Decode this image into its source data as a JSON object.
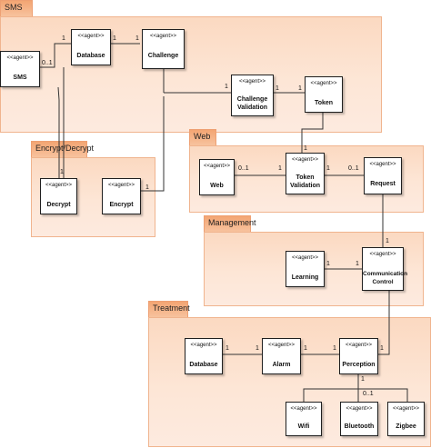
{
  "packages": {
    "sms": {
      "label": "SMS"
    },
    "encrypt": {
      "label": "Encrypt/Decrypt"
    },
    "web": {
      "label": "Web"
    },
    "management": {
      "label": "Management"
    },
    "treatment": {
      "label": "Treatment"
    }
  },
  "agents": {
    "sms": {
      "stereotype": "<<agent>>",
      "name": "SMS"
    },
    "database_sms": {
      "stereotype": "<<agent>>",
      "name": "Database"
    },
    "challenge": {
      "stereotype": "<<agent>>",
      "name": "Challenge"
    },
    "challenge_validation": {
      "stereotype": "<<agent>>",
      "name1": "Challenge",
      "name2": "Validation"
    },
    "token": {
      "stereotype": "<<agent>>",
      "name": "Token"
    },
    "decrypt": {
      "stereotype": "<<agent>>",
      "name": "Decrypt"
    },
    "encrypt": {
      "stereotype": "<<agent>>",
      "name": "Encrypt"
    },
    "web": {
      "stereotype": "<<agent>>",
      "name": "Web"
    },
    "token_validation": {
      "stereotype": "<<agent>>",
      "name1": "Token",
      "name2": "Validation"
    },
    "request": {
      "stereotype": "<<agent>>",
      "name": "Request"
    },
    "learning": {
      "stereotype": "<<agent>>",
      "name": "Learning"
    },
    "communication_control": {
      "stereotype": "<<agent>>",
      "name1": "Communication",
      "name2": "Control"
    },
    "database_treat": {
      "stereotype": "<<agent>>",
      "name": "Database"
    },
    "alarm": {
      "stereotype": "<<agent>>",
      "name": "Alarm"
    },
    "perception": {
      "stereotype": "<<agent>>",
      "name": "Perception"
    },
    "wifi": {
      "stereotype": "<<agent>>",
      "name": "Wifi"
    },
    "bluetooth": {
      "stereotype": "<<agent>>",
      "name": "Bluetooth"
    },
    "zigbee": {
      "stereotype": "<<agent>>",
      "name": "Zigbee"
    }
  },
  "multiplicities": {
    "sms_db_a": "0..1",
    "sms_db_b": "1",
    "db_ch_a": "1",
    "db_ch_b": "1",
    "cv_tok_a": "1",
    "cv_tok_b": "1",
    "cv_ch": "1",
    "dec_sms": "1",
    "enc": "1",
    "tok_tv": "1",
    "web_tv_a": "0..1",
    "web_tv_b": "1",
    "tv_req_a": "0..1",
    "tv_req_b": "1",
    "req_cc": "1",
    "learn_a": "1",
    "learn_b": "1",
    "cc_perc": "1",
    "db_alarm_a": "1",
    "db_alarm_b": "1",
    "alarm_perc_a": "1",
    "alarm_perc_b": "1",
    "perc_dev": "1",
    "dev": "0..1"
  }
}
